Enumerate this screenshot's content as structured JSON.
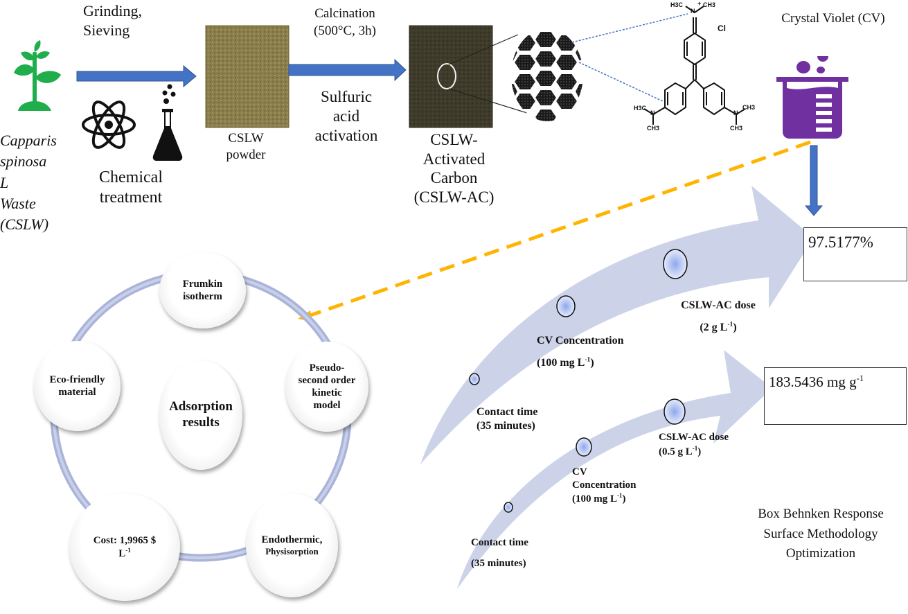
{
  "process": {
    "source_label": [
      "Capparis",
      "spinosa L",
      "Waste",
      "(CSLW)"
    ],
    "step1_top": [
      "Grinding,",
      "Sieving"
    ],
    "step1_bottom": [
      "Chemical",
      "treatment"
    ],
    "powder_label": [
      "CSLW",
      "powder"
    ],
    "step2_top": [
      "Calcination",
      "(500°C, 3h)"
    ],
    "step2_bottom": [
      "Sulfuric",
      "acid",
      "activation"
    ],
    "ac_label": [
      "CSLW-",
      "Activated",
      "Carbon",
      "(CSLW-AC)"
    ],
    "dye_title": "Crystal Violet (CV)",
    "molecule_labels": {
      "n_top_left": "H3C",
      "n_top_right": "CH3",
      "charge": "+",
      "counter_ion": "Cl",
      "left_n_me1": "H3C",
      "left_n_me2": "CH3",
      "right_n_me1": "CH3",
      "right_n_me2": "CH3",
      "n": "N"
    }
  },
  "adsorption_cycle": {
    "center": [
      "Adsorption",
      "results"
    ],
    "nodes": [
      {
        "id": "frumkin",
        "lines": [
          "Frumkin",
          "isotherm"
        ]
      },
      {
        "id": "kinetic",
        "lines": [
          "Pseudo-",
          "second order",
          "kinetic",
          "model"
        ]
      },
      {
        "id": "endothermic",
        "lines": [
          "Endothermic,",
          "Physisorption"
        ]
      },
      {
        "id": "cost",
        "lines": [
          "Cost: 1,9965 $",
          "L"
        ],
        "cost_sup": "-1"
      },
      {
        "id": "eco",
        "lines": [
          "Eco-friendly",
          "material"
        ]
      }
    ]
  },
  "optimization": {
    "upper_arrow": {
      "factors": [
        {
          "name": "Contact time",
          "value": "(35 minutes)"
        },
        {
          "name": "CV Concentration",
          "value": "(100 mg L",
          "sup": "-1",
          "close": ")"
        },
        {
          "name": "CSLW-AC dose",
          "value": "(2 g L",
          "sup": "-1",
          "close": ")"
        }
      ],
      "result": "97.5177%"
    },
    "lower_arrow": {
      "factors": [
        {
          "name": "Contact time",
          "value": "(35 minutes)"
        },
        {
          "name": "CV",
          "name2": "Concentration",
          "value": "(100 mg L",
          "sup": "-1",
          "close": ")"
        },
        {
          "name": "CSLW-AC dose",
          "value": "(0.5 g L",
          "sup": "-1",
          "close": ")"
        }
      ],
      "result": "183.5436 mg g",
      "result_sup": "-1"
    },
    "method_label": [
      "Box Behnken Response",
      "Surface Methodology",
      "Optimization"
    ]
  },
  "colors": {
    "flow_arrow": "#4472c4",
    "plant_green": "#1fae4b",
    "beaker_purple": "#7030a0",
    "dashed_orange": "#ffb400",
    "big_arrow": "#ccd3e8",
    "ring": "#aab4d8",
    "dotted_blue": "#4472c4"
  }
}
